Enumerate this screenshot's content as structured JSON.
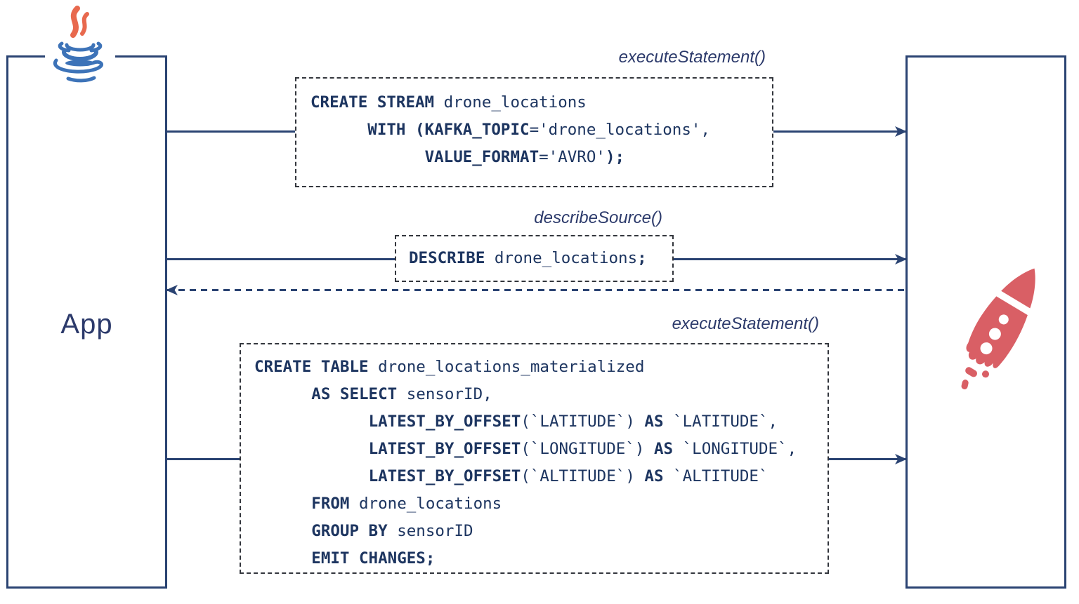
{
  "diagram": {
    "left_actor": {
      "label": "App",
      "icon": "java-logo"
    },
    "right_actor": {
      "icon": "rocket"
    },
    "colors": {
      "navy_text": "#1d3560",
      "line_navy": "#2a4372",
      "label_navy": "#2c3a6b",
      "dashed_border": "#33363d",
      "rocket_red": "#d95f65",
      "java_blue": "#3d73b8",
      "java_orange": "#e8694e"
    },
    "messages": [
      {
        "label": "executeStatement()",
        "direction": "right",
        "style": "solid",
        "code": [
          [
            {
              "b": 1,
              "t": "CREATE STREAM"
            },
            {
              "b": 0,
              "t": " drone_locations"
            }
          ],
          [
            {
              "b": 0,
              "t": "      "
            },
            {
              "b": 1,
              "t": "WITH (KAFKA_TOPIC"
            },
            {
              "b": 0,
              "t": "='drone_locations',"
            }
          ],
          [
            {
              "b": 0,
              "t": "            "
            },
            {
              "b": 1,
              "t": "VALUE_FORMAT"
            },
            {
              "b": 0,
              "t": "='AVRO'"
            },
            {
              "b": 1,
              "t": ");"
            }
          ]
        ]
      },
      {
        "label": "describeSource()",
        "direction": "right",
        "style": "solid",
        "code": [
          [
            {
              "b": 1,
              "t": "DESCRIBE"
            },
            {
              "b": 0,
              "t": " drone_locations"
            },
            {
              "b": 1,
              "t": ";"
            }
          ]
        ]
      },
      {
        "label": "",
        "direction": "left",
        "style": "dashed-return",
        "code": []
      },
      {
        "label": "executeStatement()",
        "direction": "right",
        "style": "solid",
        "code": [
          [
            {
              "b": 1,
              "t": "CREATE TABLE"
            },
            {
              "b": 0,
              "t": " drone_locations_materialized"
            }
          ],
          [
            {
              "b": 0,
              "t": "      "
            },
            {
              "b": 1,
              "t": "AS SELECT"
            },
            {
              "b": 0,
              "t": " sensorID,"
            }
          ],
          [
            {
              "b": 0,
              "t": "            "
            },
            {
              "b": 1,
              "t": "LATEST_BY_OFFSET"
            },
            {
              "b": 0,
              "t": "(`LATITUDE`) "
            },
            {
              "b": 1,
              "t": "AS"
            },
            {
              "b": 0,
              "t": " `LATITUDE`,"
            }
          ],
          [
            {
              "b": 0,
              "t": "            "
            },
            {
              "b": 1,
              "t": "LATEST_BY_OFFSET"
            },
            {
              "b": 0,
              "t": "(`LONGITUDE`) "
            },
            {
              "b": 1,
              "t": "AS"
            },
            {
              "b": 0,
              "t": " `LONGITUDE`,"
            }
          ],
          [
            {
              "b": 0,
              "t": "            "
            },
            {
              "b": 1,
              "t": "LATEST_BY_OFFSET"
            },
            {
              "b": 0,
              "t": "(`ALTITUDE`) "
            },
            {
              "b": 1,
              "t": "AS"
            },
            {
              "b": 0,
              "t": " `ALTITUDE`"
            }
          ],
          [
            {
              "b": 0,
              "t": "      "
            },
            {
              "b": 1,
              "t": "FROM"
            },
            {
              "b": 0,
              "t": " drone_locations"
            }
          ],
          [
            {
              "b": 0,
              "t": "      "
            },
            {
              "b": 1,
              "t": "GROUP BY"
            },
            {
              "b": 0,
              "t": " sensorID"
            }
          ],
          [
            {
              "b": 0,
              "t": "      "
            },
            {
              "b": 1,
              "t": "EMIT CHANGES;"
            }
          ]
        ]
      }
    ]
  }
}
